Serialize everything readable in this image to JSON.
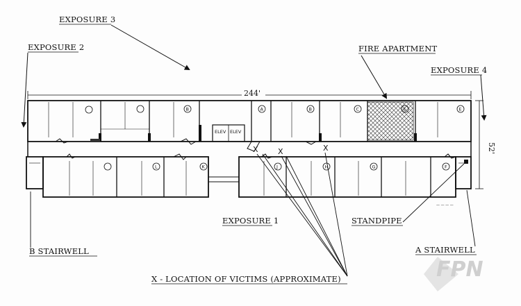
{
  "labels": {
    "exposure3": "EXPOSURE 3",
    "exposure2": "EXPOSURE 2",
    "exposure4": "EXPOSURE 4",
    "exposure1": "EXPOSURE 1",
    "fire_apartment": "FIRE APARTMENT",
    "b_stairwell": "B STAIRWELL",
    "a_stairwell": "A STAIRWELL",
    "standpipe": "STANDPIPE",
    "victims_legend": "X - LOCATION OF VICTIMS (APPROXIMATE)"
  },
  "dimensions": {
    "length": "244'",
    "width": "52'"
  },
  "elevators": [
    "ELEV",
    "ELEV"
  ],
  "victim_marker": "X",
  "apartments_north": [
    "B",
    "A",
    "B",
    "C",
    "E",
    "E"
  ],
  "apartments_south": [
    "L",
    "K",
    "J",
    "H",
    "G",
    "F"
  ],
  "watermark": "FPN",
  "hatch_color": "#555555"
}
